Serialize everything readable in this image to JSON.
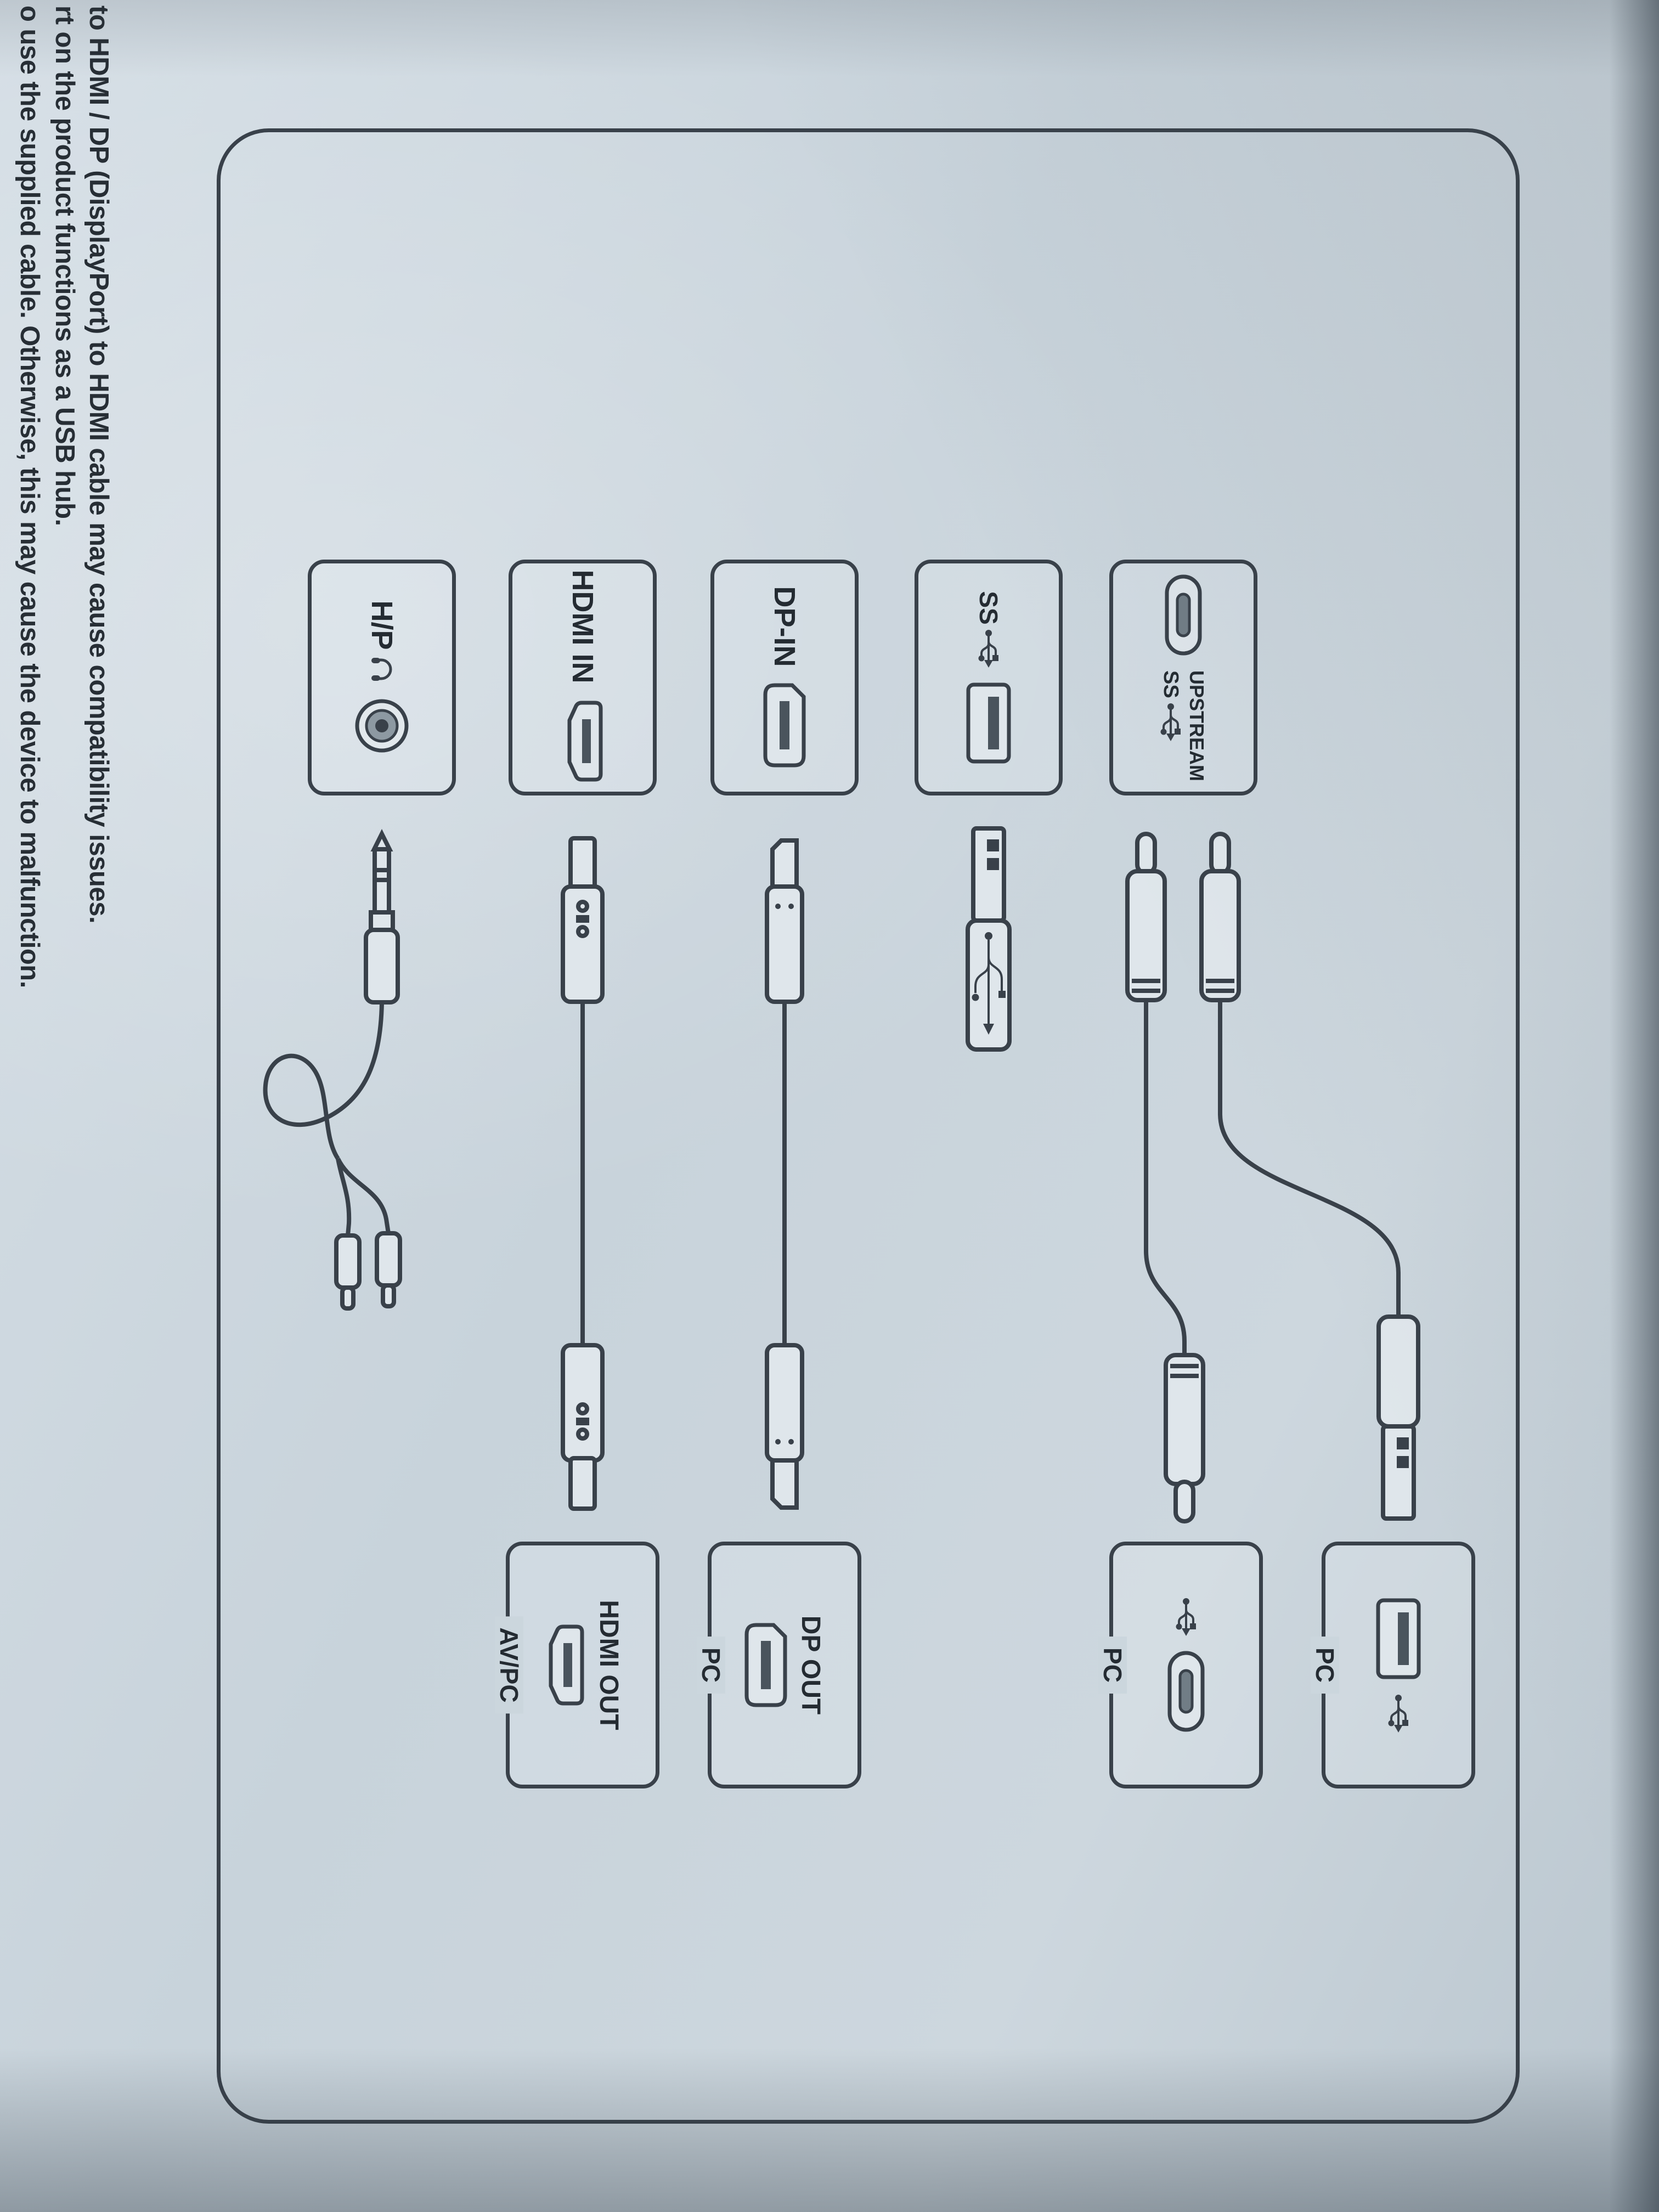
{
  "colors": {
    "paper": "#cbd6dd",
    "ink": "#39414a"
  },
  "notes": {
    "lines": [
      "to HDMI / DP (DisplayPort) to HDMI cable may cause compatibility issues.",
      "rt on the product functions as a USB hub.",
      "o use the supplied cable. Otherwise, this may cause the device to malfunction."
    ]
  },
  "diagram": {
    "source_ports": [
      {
        "label": "UPSTREAM",
        "sublabel": "SS",
        "icon": "usb-c-oval-port"
      },
      {
        "label": "SS",
        "icon": "usb-a-port"
      },
      {
        "label": "DP-IN",
        "icon": "displayport-port"
      },
      {
        "label": "HDMI IN",
        "icon": "hdmi-port"
      },
      {
        "label": "H/P",
        "icon": "headphone-jack-port"
      }
    ],
    "destinations": [
      {
        "caption": "PC",
        "icon": "usb-a-port"
      },
      {
        "caption": "PC",
        "icon": "usb-c-oval-port"
      },
      {
        "label": "DP OUT",
        "caption": "PC",
        "icon": "displayport-port"
      },
      {
        "label": "HDMI OUT",
        "caption": "AV/PC",
        "icon": "hdmi-port"
      }
    ]
  }
}
